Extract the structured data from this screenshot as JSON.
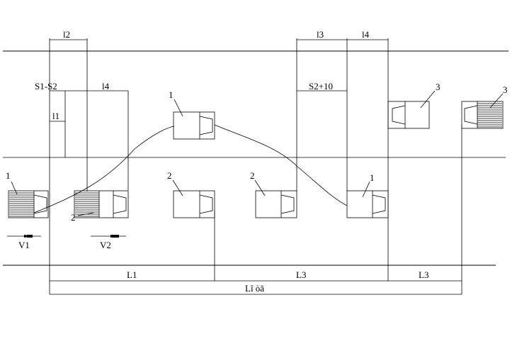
{
  "diagram": {
    "dimension_labels": {
      "l2": "l2",
      "l3": "l3",
      "l4_top": "l4",
      "s1_s2": "S1-S2",
      "l4_mid": "l4",
      "s2_10": "S2+10",
      "l1": "l1",
      "L1": "L1",
      "L3_a": "L3",
      "L3_b": "L3",
      "L_total": "Lî òã"
    },
    "callouts": {
      "c1_left": "1",
      "c2_left": "2",
      "c1_top": "1",
      "c2_mid_a": "2",
      "c2_mid_b": "2",
      "c1_right": "1",
      "c3_a": "3",
      "c3_b": "3"
    },
    "speeds": {
      "v1": "V1",
      "v2": "V2"
    },
    "colors": {
      "stroke": "#000000",
      "background": "#ffffff"
    }
  }
}
